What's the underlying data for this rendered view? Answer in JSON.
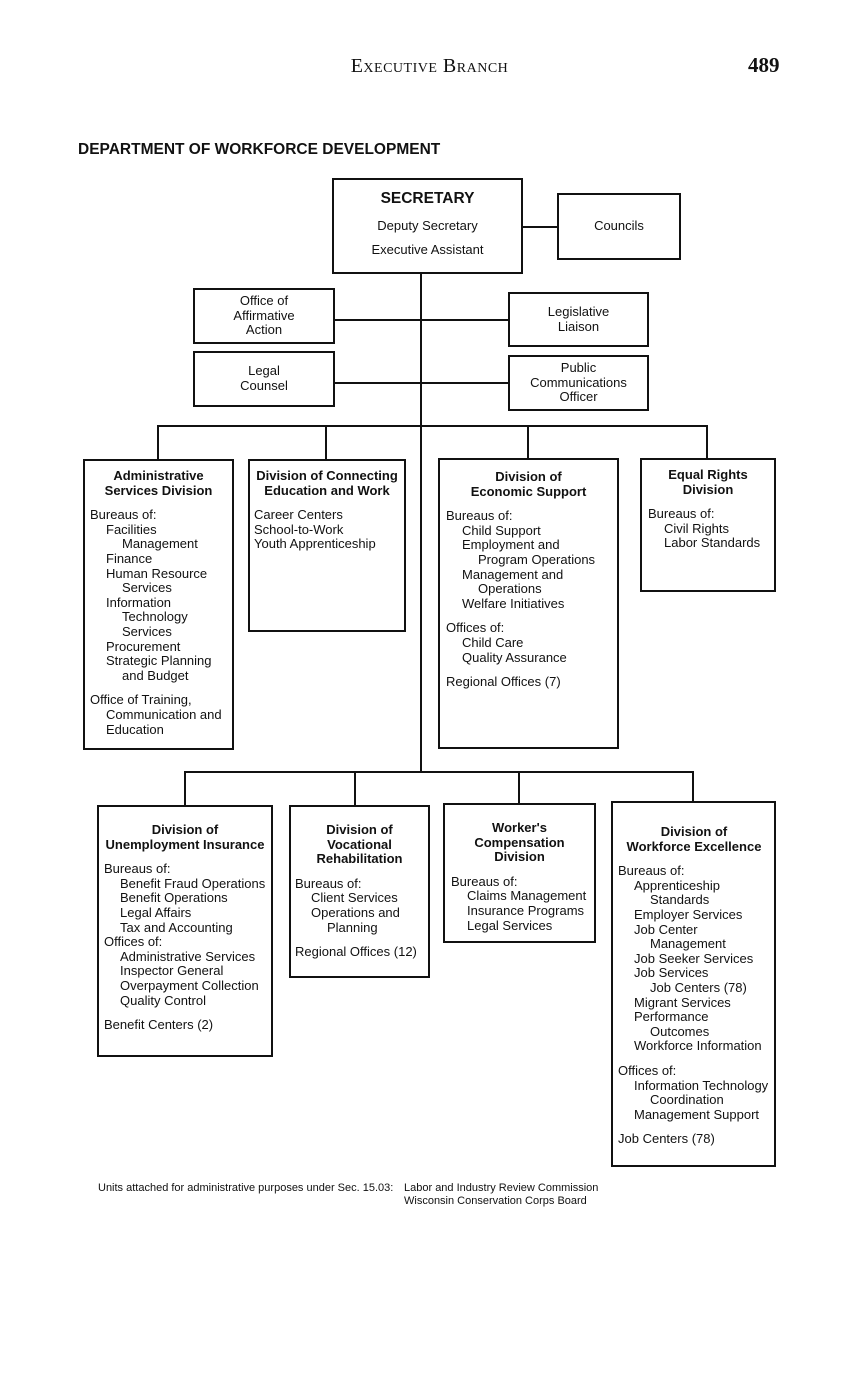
{
  "header": {
    "running_title": "Executive Branch",
    "page_number": "489"
  },
  "department_title": "DEPARTMENT OF WORKFORCE DEVELOPMENT",
  "secretary": {
    "title": "SECRETARY",
    "lines": [
      "Deputy Secretary",
      "Executive Assistant"
    ]
  },
  "councils": "Councils",
  "staff_offices": {
    "affirmative_action": [
      "Office of",
      "Affirmative",
      "Action"
    ],
    "legal_counsel": [
      "Legal",
      "Counsel"
    ],
    "legislative_liaison": [
      "Legislative",
      "Liaison"
    ],
    "public_communications": [
      "Public",
      "Communications",
      "Officer"
    ]
  },
  "divisions": [
    {
      "id": "admin",
      "title": [
        "Administrative",
        "Services Division"
      ],
      "lines": [
        {
          "text": "Bureaus of:",
          "indent": 0
        },
        {
          "text": "Facilities",
          "indent": 1
        },
        {
          "text": "Management",
          "indent": 2
        },
        {
          "text": "Finance",
          "indent": 1
        },
        {
          "text": "Human Resource",
          "indent": 1
        },
        {
          "text": "Services",
          "indent": 2
        },
        {
          "text": "Information",
          "indent": 1
        },
        {
          "text": "Technology",
          "indent": 2
        },
        {
          "text": "Services",
          "indent": 2
        },
        {
          "text": "Procurement",
          "indent": 1
        },
        {
          "text": "Strategic Planning",
          "indent": 1
        },
        {
          "text": "and Budget",
          "indent": 2
        },
        {
          "text": "Office of Training,",
          "indent": 0,
          "gap": true
        },
        {
          "text": "Communication and",
          "indent": 1
        },
        {
          "text": "Education",
          "indent": 1
        }
      ]
    },
    {
      "id": "connecting",
      "title": [
        "Division of Connecting",
        "Education and Work"
      ],
      "lines": [
        {
          "text": "Career Centers",
          "indent": 0
        },
        {
          "text": "School-to-Work",
          "indent": 0
        },
        {
          "text": "Youth Apprenticeship",
          "indent": 0
        }
      ]
    },
    {
      "id": "economic",
      "title": [
        "Division of",
        "Economic Support"
      ],
      "lines": [
        {
          "text": "Bureaus of:",
          "indent": 0
        },
        {
          "text": "Child Support",
          "indent": 1
        },
        {
          "text": "Employment and",
          "indent": 1
        },
        {
          "text": "Program Operations",
          "indent": 2
        },
        {
          "text": "Management and",
          "indent": 1
        },
        {
          "text": "Operations",
          "indent": 2
        },
        {
          "text": "Welfare Initiatives",
          "indent": 1
        },
        {
          "text": "Offices of:",
          "indent": 0,
          "gap": true
        },
        {
          "text": "Child  Care",
          "indent": 1
        },
        {
          "text": "Quality Assurance",
          "indent": 1
        },
        {
          "text": "Regional Offices (7)",
          "indent": 0,
          "gap": true
        }
      ]
    },
    {
      "id": "equal",
      "title": [
        "Equal Rights",
        "Division"
      ],
      "lines": [
        {
          "text": "Bureaus of:",
          "indent": 0
        },
        {
          "text": "Civil Rights",
          "indent": 1
        },
        {
          "text": "Labor Standards",
          "indent": 1
        }
      ]
    },
    {
      "id": "ui",
      "title": [
        "Division of",
        "Unemployment Insurance"
      ],
      "lines": [
        {
          "text": "Bureaus of:",
          "indent": 0,
          "gap": true
        },
        {
          "text": "Benefit Fraud Operations",
          "indent": 1
        },
        {
          "text": "Benefit Operations",
          "indent": 1
        },
        {
          "text": "Legal Affairs",
          "indent": 1
        },
        {
          "text": "Tax and Accounting",
          "indent": 1
        },
        {
          "text": "Offices of:",
          "indent": 0
        },
        {
          "text": "Administrative Services",
          "indent": 1
        },
        {
          "text": "Inspector General",
          "indent": 1
        },
        {
          "text": "Overpayment Collection",
          "indent": 1
        },
        {
          "text": "Quality Control",
          "indent": 1
        },
        {
          "text": "Benefit Centers (2)",
          "indent": 0,
          "gap": true
        }
      ]
    },
    {
      "id": "vr",
      "title": [
        "Division of",
        "Vocational",
        "Rehabilitation"
      ],
      "lines": [
        {
          "text": "Bureaus of:",
          "indent": 0
        },
        {
          "text": "Client Services",
          "indent": 1
        },
        {
          "text": "Operations and",
          "indent": 1
        },
        {
          "text": "Planning",
          "indent": 2
        },
        {
          "text": "Regional Offices (12)",
          "indent": 0,
          "gap": true
        }
      ]
    },
    {
      "id": "wc",
      "title": [
        "Worker's",
        "Compensation",
        "Division"
      ],
      "lines": [
        {
          "text": "Bureaus of:",
          "indent": 0,
          "gap": true
        },
        {
          "text": "Claims Management",
          "indent": 1
        },
        {
          "text": "Insurance Programs",
          "indent": 1
        },
        {
          "text": "Legal Services",
          "indent": 1
        }
      ]
    },
    {
      "id": "we",
      "title": [
        "Division of",
        "Workforce Excellence"
      ],
      "lines": [
        {
          "text": "Bureaus of:",
          "indent": 0,
          "gap": true
        },
        {
          "text": "Apprenticeship",
          "indent": 1
        },
        {
          "text": "Standards",
          "indent": 2
        },
        {
          "text": "Employer Services",
          "indent": 1
        },
        {
          "text": "Job Center",
          "indent": 1
        },
        {
          "text": "Management",
          "indent": 2
        },
        {
          "text": "Job Seeker Services",
          "indent": 1
        },
        {
          "text": "Job Services",
          "indent": 1
        },
        {
          "text": "Job Centers (78)",
          "indent": 2
        },
        {
          "text": "Migrant Services",
          "indent": 1
        },
        {
          "text": "Performance",
          "indent": 1
        },
        {
          "text": "Outcomes",
          "indent": 2
        },
        {
          "text": "Workforce Information",
          "indent": 1
        },
        {
          "text": "Offices of:",
          "indent": 0,
          "gap": true
        },
        {
          "text": "Information Technology",
          "indent": 1
        },
        {
          "text": "Coordination",
          "indent": 2
        },
        {
          "text": "Management Support",
          "indent": 1
        },
        {
          "text": "Job Centers (78)",
          "indent": 0,
          "gap": true
        }
      ]
    }
  ],
  "footnote": {
    "label": "Units attached for administrative purposes under Sec. 15.03:",
    "units": [
      "Labor and Industry Review Commission",
      "Wisconsin Conservation Corps Board"
    ]
  }
}
